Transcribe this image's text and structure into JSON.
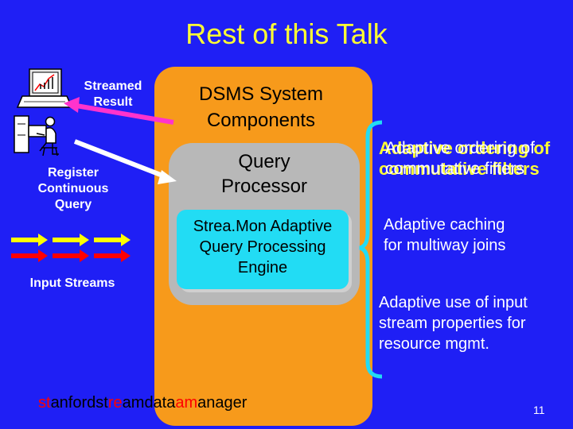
{
  "slide": {
    "title": "Rest of this Talk",
    "streamed_result": [
      "Streamed",
      "Result"
    ],
    "register_query": [
      "Register",
      "Continuous",
      "Query"
    ],
    "input_streams": "Input Streams",
    "dsms_components": [
      "DSMS System",
      "Components"
    ],
    "query_processor": [
      "Query",
      "Processor"
    ],
    "engine": [
      "Strea.Mon Adaptive",
      "Query Processing",
      "Engine"
    ],
    "footer": [
      {
        "text": "st",
        "red": true
      },
      {
        "text": "anford",
        "red": false
      },
      {
        "text": "st",
        "red": false
      },
      {
        "text": "re",
        "red": true
      },
      {
        "text": "am",
        "red": false
      },
      {
        "text": "data",
        "red": false
      },
      {
        "text": "am",
        "red": true
      },
      {
        "text": "anager",
        "red": false
      }
    ],
    "bullets": {
      "ordering_a": [
        "Adaptive ordering of",
        "commutative filters"
      ],
      "ordering_b": [
        "Adaptive ordering of",
        "commutative filters"
      ],
      "caching": [
        "Adaptive caching",
        "for multiway joins"
      ],
      "stream_props": [
        "Adaptive use of input",
        "stream properties for",
        "resource mgmt."
      ]
    },
    "page_number": "11",
    "colors": {
      "background": "#1f1ff5",
      "title": "#ffff33",
      "orange": "#f79a1b",
      "grey": "#b8b8b8",
      "engine": "#22dcf4",
      "arrow_yellow": "#ffff00",
      "arrow_red": "#ff0000",
      "arrow_magenta": "#ff33cc",
      "brace": "#22dcf4"
    },
    "icons": [
      "computer-monitor-icon",
      "person-at-desk-icon"
    ]
  }
}
